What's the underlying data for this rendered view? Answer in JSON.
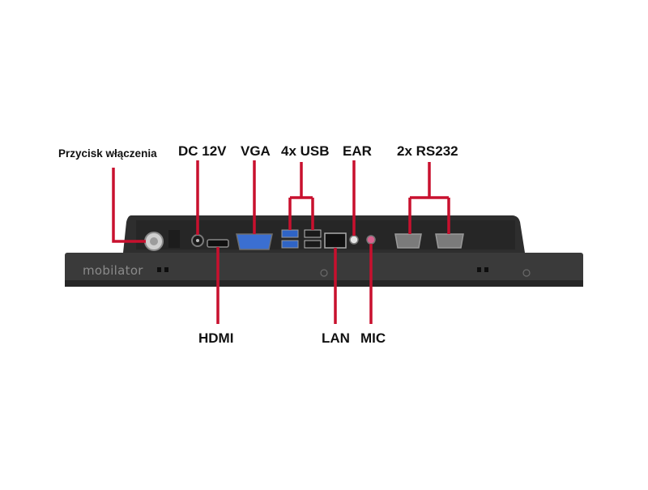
{
  "colors": {
    "leader": "#c8102e",
    "panel": "#2e2e2e",
    "panel_dark": "#1f1f1f",
    "bezel": "#3a3a3a",
    "label": "#111111",
    "usb3_blue": "#2f64c6",
    "vga_blue": "#3b6fd1",
    "mic_pink": "#d9638f"
  },
  "device": {
    "brand": "mobilator"
  },
  "labels": {
    "power": "Przycisk włączenia",
    "dc": "DC 12V",
    "vga": "VGA",
    "usb": "4x USB",
    "ear": "EAR",
    "rs232": "2x RS232",
    "hdmi": "HDMI",
    "lan": "LAN",
    "mic": "MIC"
  }
}
